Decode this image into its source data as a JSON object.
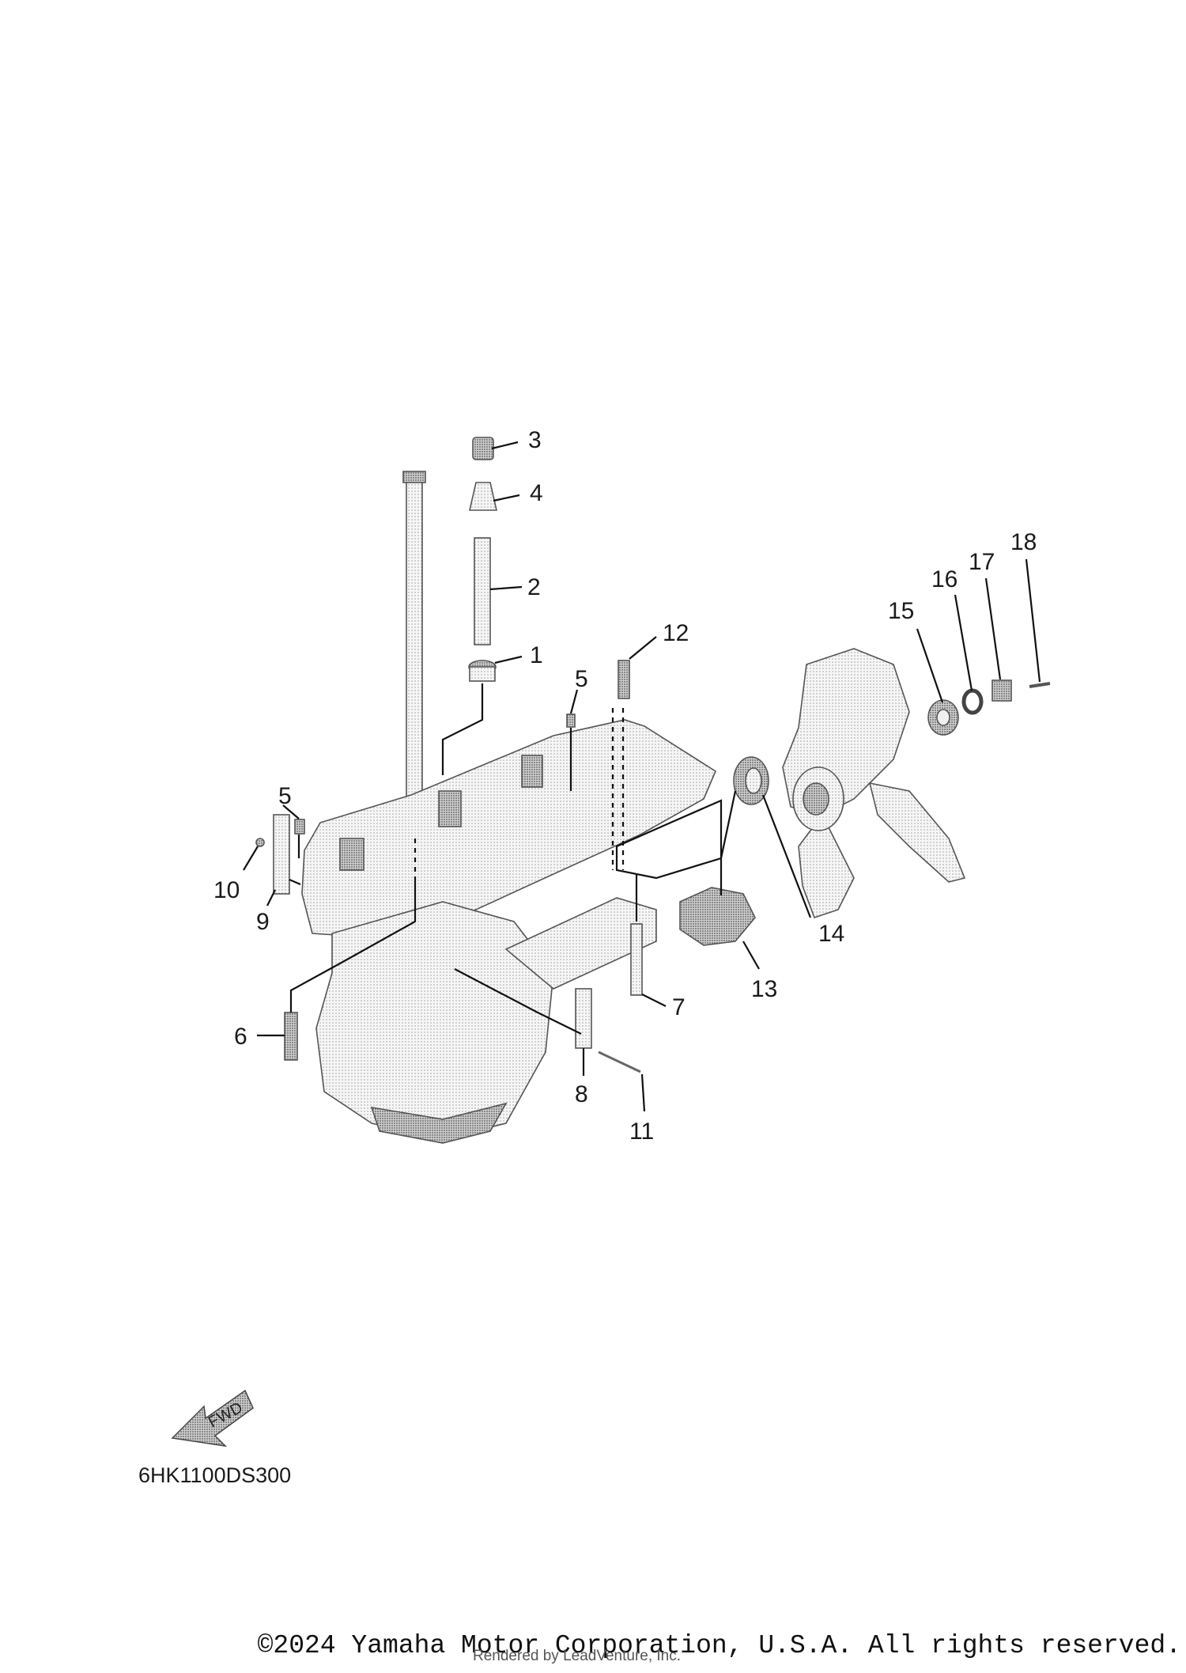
{
  "diagram": {
    "callouts": [
      "1",
      "2",
      "3",
      "4",
      "5",
      "5",
      "6",
      "7",
      "8",
      "9",
      "10",
      "11",
      "12",
      "13",
      "14",
      "15",
      "16",
      "17",
      "18"
    ],
    "fwd_label": "FWD",
    "drawing_code": "6HK1100DS300"
  },
  "footer": {
    "copyright": "©2024 Yamaha Motor Corporation, U.S.A. All rights reserved.",
    "rendered_by": "Rendered by LeadVenture, Inc."
  },
  "colors": {
    "ink": "#111111",
    "part_fill": "#eeeeee",
    "part_shade": "#bdbdbd"
  }
}
